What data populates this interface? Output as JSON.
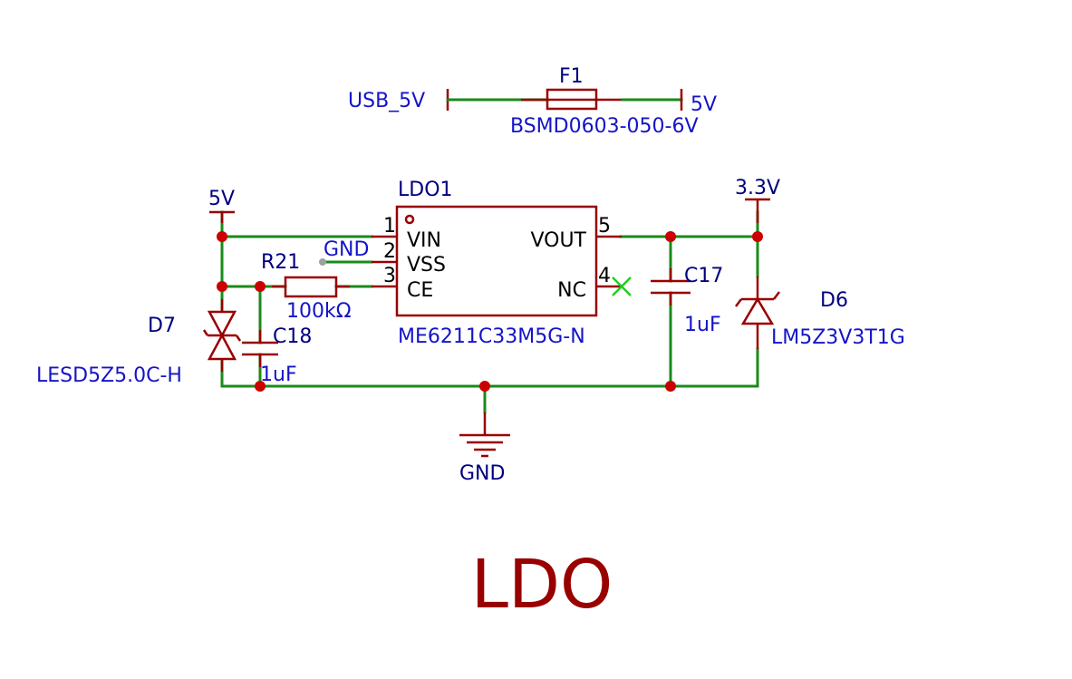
{
  "title": "LDO",
  "fuse": {
    "ref": "F1",
    "value": "BSMD0603-050-6V",
    "net_in": "USB_5V",
    "net_out": "5V"
  },
  "ldo": {
    "ref": "LDO1",
    "value": "ME6211C33M5G-N",
    "pins": [
      {
        "num": "1",
        "name": "VIN"
      },
      {
        "num": "2",
        "name": "VSS"
      },
      {
        "num": "3",
        "name": "CE"
      },
      {
        "num": "5",
        "name": "VOUT"
      },
      {
        "num": "4",
        "name": "NC"
      }
    ]
  },
  "nets": {
    "vin": "5V",
    "vout": "3.3V",
    "vss_label": "GND",
    "ground": "GND"
  },
  "r21": {
    "ref": "R21",
    "value": "100kΩ"
  },
  "c18": {
    "ref": "C18",
    "value": "1uF"
  },
  "c17": {
    "ref": "C17",
    "value": "1uF"
  },
  "d7": {
    "ref": "D7",
    "value": "LESD5Z5.0C-H"
  },
  "d6": {
    "ref": "D6",
    "value": "LM5Z3V3T1G"
  },
  "colors": {
    "wire": "#1a8a1a",
    "symbol": "#990000",
    "designator": "#000080",
    "value": "#1414c8",
    "no_connect": "#22cc22"
  }
}
